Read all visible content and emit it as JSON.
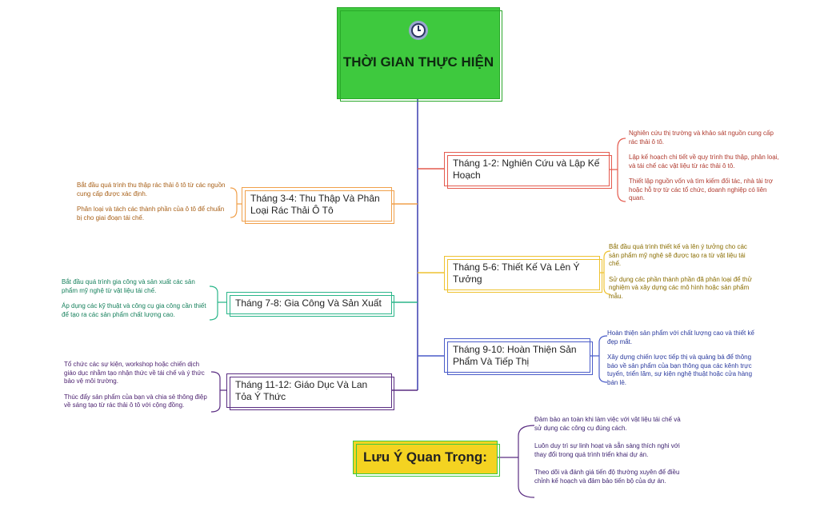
{
  "title": "THỜI GIAN THỰC HIỆN",
  "colors": {
    "green": "#3ec93e",
    "red": "#e45a4e",
    "orange": "#f0a04b",
    "yellow": "#eec230",
    "teal": "#2bb68a",
    "blue": "#4a5cc9",
    "purple": "#5a2d82",
    "spine": "#3b3fb0"
  },
  "icon": "clock-icon",
  "phases": [
    {
      "label": "Tháng 1-2: Nghiên Cứu và Lập Kế Hoạch",
      "notes": [
        "Nghiên cứu thị trường và khảo sát nguồn cung cấp rác thải ô tô.",
        "Lập kế hoạch chi tiết về quy trình thu thập, phân loại, và tái chế các vật liệu từ rác thải ô tô.",
        "Thiết lập nguồn vốn và tìm kiếm đối tác, nhà tài trợ hoặc hỗ trợ từ các tổ chức, doanh nghiệp có liên quan."
      ]
    },
    {
      "label": "Tháng 3-4: Thu Thập Và Phân Loại Rác Thải Ô Tô",
      "notes": [
        "Bắt đầu quá trình thu thập rác thải ô tô từ các nguồn cung cấp được xác định.",
        "Phân loại và tách các thành phần của ô tô để chuẩn bị cho giai đoạn tái chế."
      ]
    },
    {
      "label": "Tháng 5-6: Thiết Kế Và Lên Ý Tưởng",
      "notes": [
        "Bắt đầu quá trình thiết kế và lên ý tưởng cho các sản phẩm mỹ nghệ sẽ được tạo ra từ vật liệu tái chế.",
        "Sử dụng các phần thành phần đã phân loại để thử nghiệm và xây dựng các mô hình hoặc sản phẩm mẫu."
      ]
    },
    {
      "label": "Tháng 7-8: Gia Công Và Sản Xuất",
      "notes": [
        "Bắt đầu quá trình gia công và sản xuất các sản phẩm mỹ nghệ từ vật liệu tái chế.",
        "Áp dụng các kỹ thuật và công cụ gia công cần thiết để tạo ra các sản phẩm chất lượng cao."
      ]
    },
    {
      "label": "Tháng 9-10: Hoàn Thiện Sản Phẩm Và Tiếp Thị",
      "notes": [
        "Hoàn thiện sản phẩm với chất lượng cao và thiết kế đẹp mắt.",
        "Xây dựng chiến lược tiếp thị và quảng bá để thông báo về sản phẩm của bạn thông qua các kênh trực tuyến, triển lãm, sự kiện nghệ thuật hoặc cửa hàng bán lẻ."
      ]
    },
    {
      "label": "Tháng 11-12: Giáo Dục Và Lan Tỏa Ý Thức",
      "notes": [
        "Tổ chức các sự kiện, workshop hoặc chiến dịch giáo dục nhằm tạo nhận thức về tái chế và ý thức bảo vệ môi trường.",
        "Thúc đẩy sản phẩm của bạn và chia sẻ thông điệp về sáng tạo từ rác thải ô tô với cộng đồng."
      ]
    }
  ],
  "important": {
    "label": "Lưu Ý Quan Trọng:",
    "notes": [
      "Đảm bảo an toàn khi làm việc với vật liệu tái chế và sử dụng các công cụ đúng cách.",
      "Luôn duy trì sự linh hoạt và sẵn sàng thích nghi với thay đổi trong quá trình triển khai dự án.",
      "Theo dõi và đánh giá tiến độ thường xuyên để điều chỉnh kế hoạch và đảm bảo tiến bộ của dự án."
    ]
  }
}
